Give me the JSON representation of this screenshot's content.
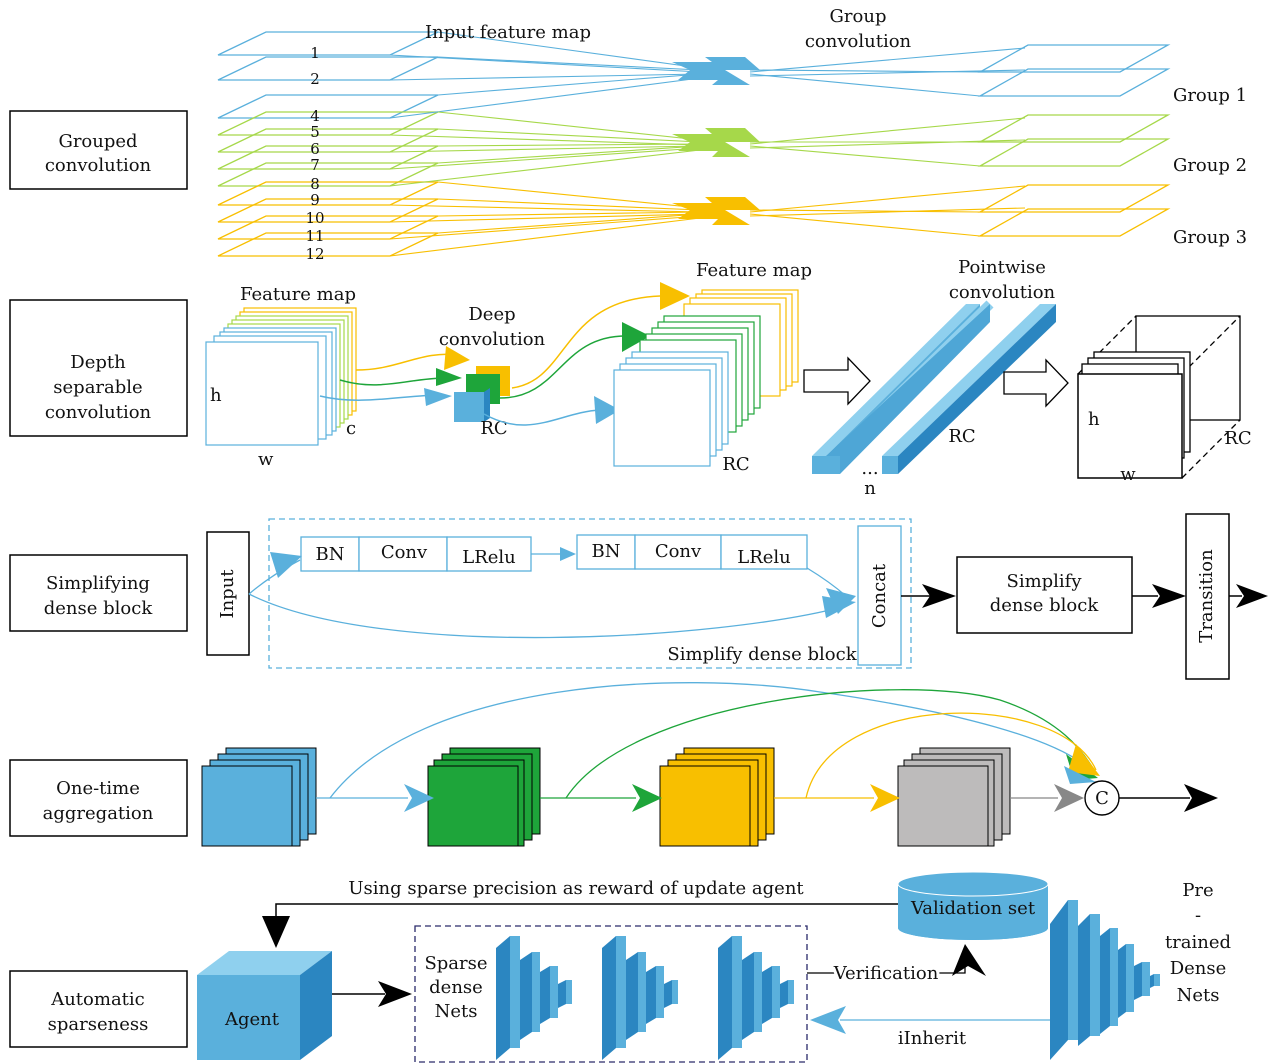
{
  "rows": [
    {
      "label": [
        "Grouped",
        "convolution"
      ]
    },
    {
      "label": [
        "Depth",
        "separable",
        "convolution"
      ]
    },
    {
      "label": [
        "Simplifying",
        "dense block"
      ]
    },
    {
      "label": [
        "One-time",
        "aggregation"
      ]
    },
    {
      "label": [
        "Automatic",
        "sparseness"
      ]
    }
  ],
  "grouped": {
    "input_title": "Input feature map",
    "group_conv_title": [
      "Group",
      "convolution"
    ],
    "layer_numbers": [
      "1",
      "2",
      "4",
      "5",
      "6",
      "7",
      "8",
      "9",
      "10",
      "11",
      "12"
    ],
    "groups": [
      "Group 1",
      "Group 2",
      "Group 3"
    ]
  },
  "depthwise": {
    "feature_map_left": "Feature map",
    "h": "h",
    "w": "w",
    "c": "c",
    "deep_conv": [
      "Deep",
      "convolution"
    ],
    "rc_small": "RC",
    "feature_map_right": "Feature map",
    "rc_mid": "RC",
    "pointwise": [
      "Pointwise",
      "convolution"
    ],
    "rc_bar": "RC",
    "n": "n",
    "ellipsis": "...",
    "out_h": "h",
    "out_w": "w",
    "out_rc": "RC"
  },
  "dense": {
    "input": "Input",
    "bn1": "BN",
    "conv1": "Conv",
    "lrelu1": "LRelu",
    "bn2": "BN",
    "conv2": "Conv",
    "lrelu2": "LRelu",
    "concat": "Concat",
    "block_caption": "Simplify dense block",
    "simplify": [
      "Simplify",
      "dense block"
    ],
    "transition": "Transition"
  },
  "aggregation": {
    "concat_symbol": "C"
  },
  "sparse": {
    "reward": "Using sparse precision as reward of update agent",
    "validation": "Validation set",
    "pretrained": [
      "Pre",
      "-",
      "trained",
      "Dense",
      "Nets"
    ],
    "agent": "Agent",
    "sparse_nets": [
      "Sparse",
      "dense",
      "Nets"
    ],
    "verification": "Verification",
    "inherit": "iInherit"
  },
  "colors": {
    "blue": "#5ab0dc",
    "blue_dark": "#2b86c1",
    "green": "#a6d84a",
    "green_dark": "#1ea53a",
    "orange": "#f8bf00",
    "gray": "#bdbbbb",
    "line": "#000000"
  }
}
